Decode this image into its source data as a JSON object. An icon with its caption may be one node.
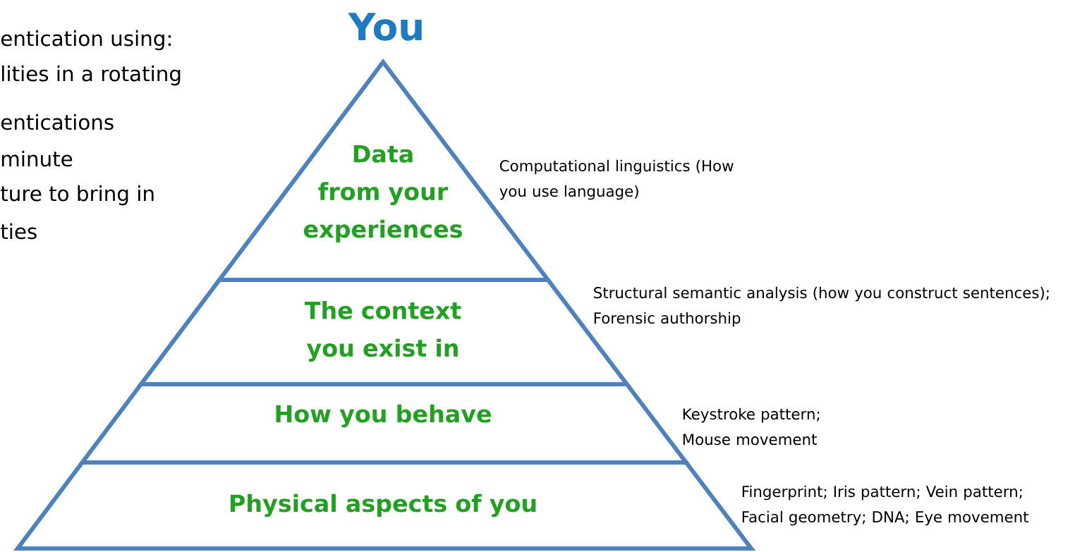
{
  "diagram": {
    "title": "You",
    "nodes": [
      {
        "text": [
          "Data from your experiences"
        ],
        "beside": [
          "Computational linguistics (How you use language)"
        ]
      },
      {
        "text": [
          "The context you exist in"
        ],
        "beside": [
          "Structural semantic analysis (how you construct sentences); Forensic authorship"
        ]
      },
      {
        "text": [
          "How you behave"
        ],
        "beside": [
          "Keystroke pattern; Mouse movement"
        ]
      },
      {
        "text": [
          "Physical aspects of you"
        ],
        "beside": [
          "Fingerprint; Iris pattern; Vein pattern; Facial geometry; DNA; Eye movement"
        ]
      }
    ],
    "labels": [
      "entication using:",
      "lities in a rotating",
      "entications",
      "minute",
      "ture to bring in",
      "ties"
    ]
  }
}
